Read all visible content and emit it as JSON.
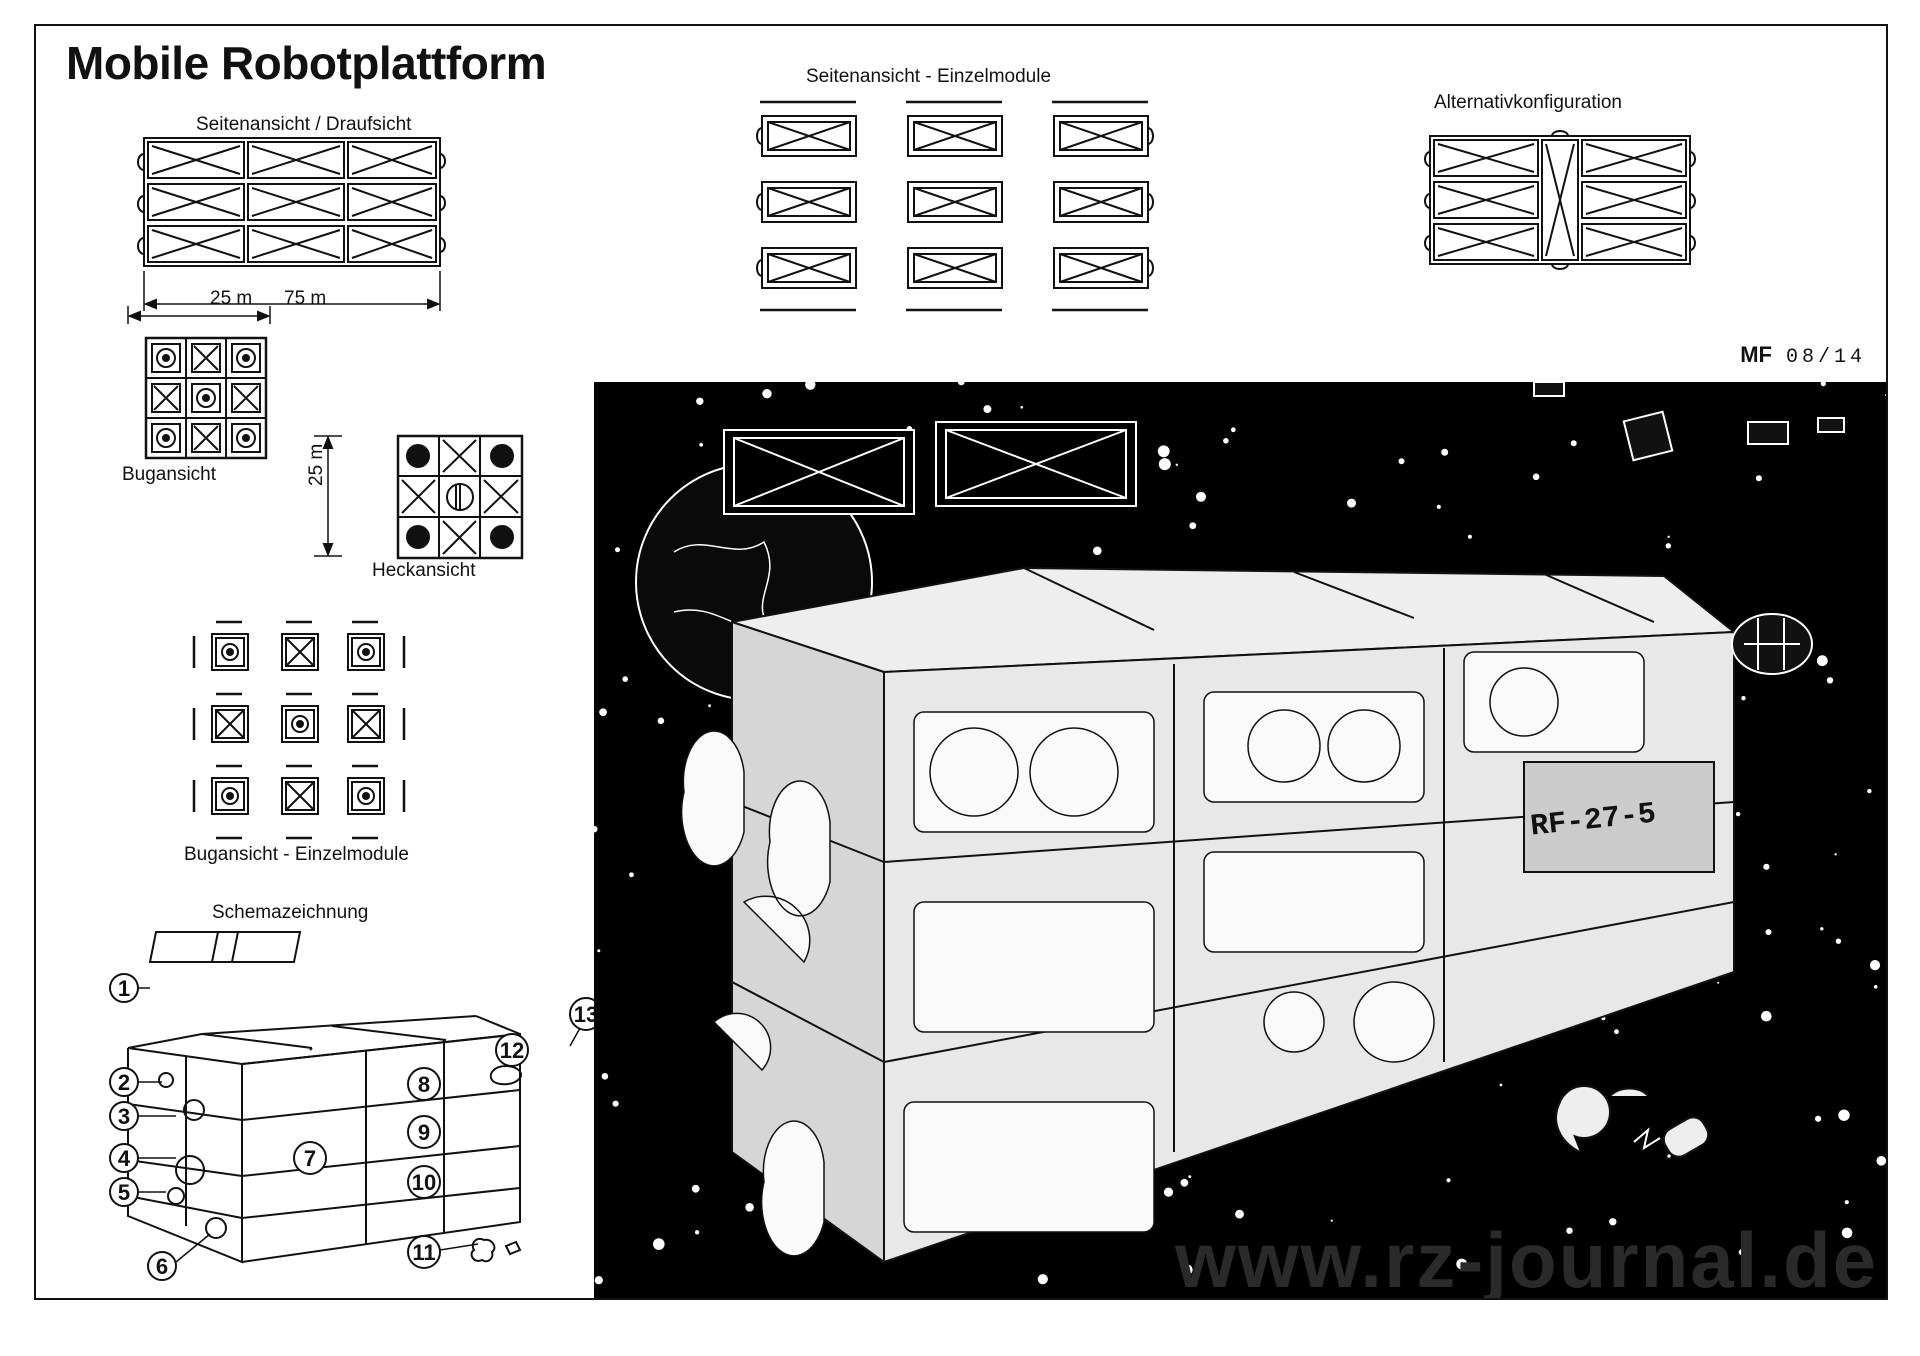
{
  "title": "Mobile Robotplattform",
  "signature": {
    "logo": "MF",
    "date": "08/14"
  },
  "views": {
    "side_top": "Seitenansicht / Draufsicht",
    "side_modules": "Seitenansicht - Einzelmodule",
    "alt_config": "Alternativkonfiguration",
    "bow": "Bugansicht",
    "stern": "Heckansicht",
    "bow_modules": "Bugansicht - Einzelmodule",
    "schema": "Schemazeichnung"
  },
  "dimensions": {
    "length": "75 m",
    "width": "25 m",
    "height": "25 m"
  },
  "schema_numbers": [
    "1",
    "2",
    "3",
    "4",
    "5",
    "6",
    "7",
    "8",
    "9",
    "10",
    "11",
    "12",
    "13"
  ],
  "hull_marking": "RF-27-5",
  "watermark": "www.rz-journal.de",
  "colors": {
    "ink": "#111111",
    "space": "#000000",
    "paper": "#ffffff"
  }
}
